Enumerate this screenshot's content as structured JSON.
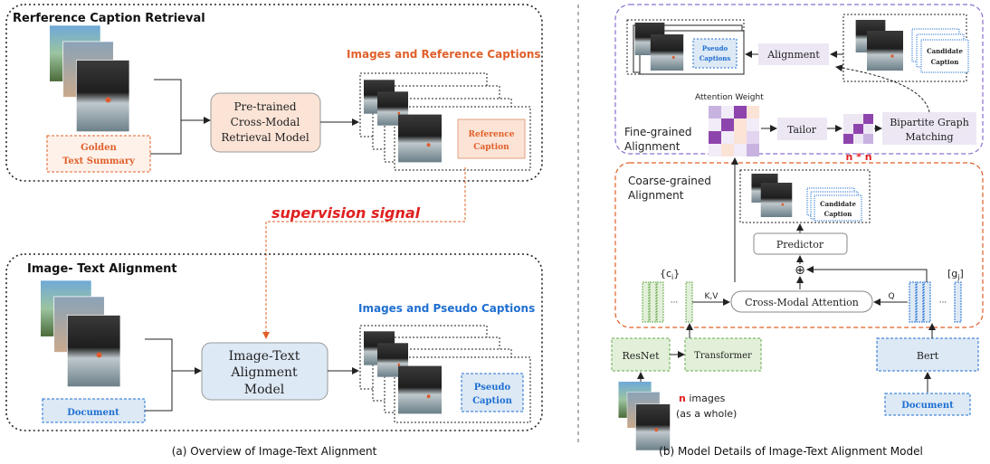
{
  "left": {
    "top_panel": {
      "title": "Rerference Caption Retrieval",
      "model_line1": "Pre-trained",
      "model_line2": "Cross-Modal",
      "model_line3": "Retrieval Model",
      "input_line1": "Golden",
      "input_line2": "Text Summary",
      "output_title": "Images and Reference Captions",
      "caption_line1": "Reference",
      "caption_line2": "Caption"
    },
    "signal": "supervision signal",
    "bottom_panel": {
      "title": "Image- Text Alignment",
      "model_line1": "Image-Text",
      "model_line2": "Alignment",
      "model_line3": "Model",
      "input": "Document",
      "output_title": "Images and Pseudo Captions",
      "caption_line1": "Pseudo",
      "caption_line2": "Caption"
    },
    "caption": "(a) Overview of Image-Text Alignment"
  },
  "right": {
    "fine": {
      "label_line1": "Fine-grained",
      "label_line2": "Alignment",
      "alignment": "Alignment",
      "pseudo_line1": "Pseudo",
      "pseudo_line2": "Captions",
      "candidate_line1": "Candidate",
      "candidate_line2": "Caption",
      "attention_weight": "Attention Weight",
      "tailor": "Tailor",
      "bipartite_line1": "Bipartite Graph",
      "bipartite_line2": "Matching",
      "n_star_n": "n * n"
    },
    "coarse": {
      "label_line1": "Coarse-grained",
      "label_line2": "Alignment",
      "candidate_line1": "Candidate",
      "candidate_line2": "Caption",
      "predictor": "Predictor",
      "plus": "⊕",
      "ci": "{c",
      "ci_sub": "i",
      "ci_close": "}",
      "gj": "[g",
      "gj_sub": "j",
      "gj_close": "]",
      "kv": "K,V",
      "q": "Q",
      "cross_attention": "Cross-Modal Attention",
      "dots": "···"
    },
    "resnet": "ResNet",
    "transformer": "Transformer",
    "bert": "Bert",
    "document": "Document",
    "n": "n",
    "images_line1": " images",
    "images_line2": "(as a whole)",
    "caption": "(b) Model Details of Image-Text Alignment Model"
  },
  "colors": {
    "orange_text": "#e0602a",
    "blue_text": "#1f6fd1",
    "red": "#e02020",
    "model_fill_orange": "#fbe3d6",
    "model_fill_blue": "#dde9f5",
    "green_fill": "#e2f0d9",
    "purple_fill": "#ede7f4"
  },
  "icons": [
    "photo-stack-icon",
    "arrow-icon",
    "plus-circle-icon"
  ]
}
